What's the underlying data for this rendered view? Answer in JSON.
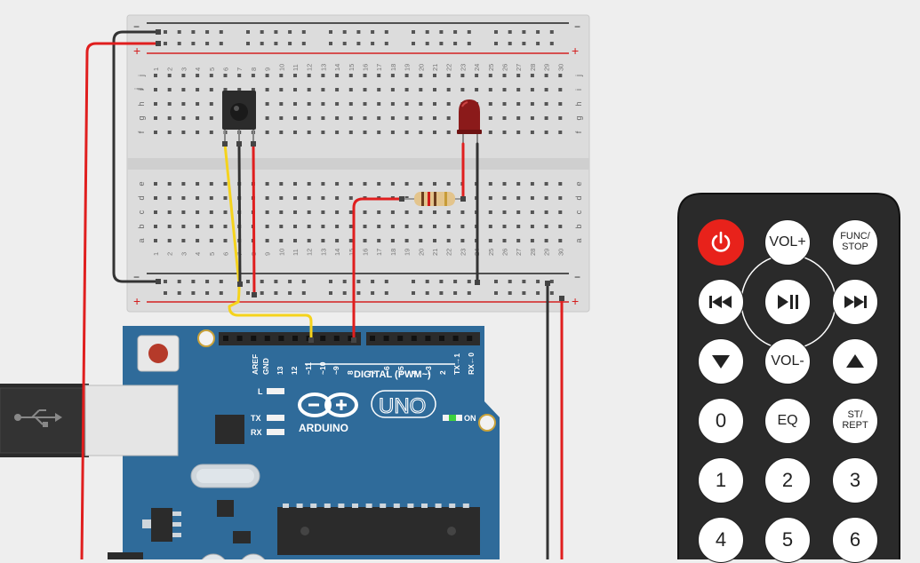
{
  "breadboard": {
    "row_letters_top": [
      "j",
      "i",
      "h",
      "g",
      "f"
    ],
    "row_letters_bottom": [
      "e",
      "d",
      "c",
      "b",
      "a"
    ],
    "rail_minus": "−",
    "rail_plus": "+"
  },
  "arduino": {
    "brand": "ARDUINO",
    "model": "UNO",
    "digital_label": "DIGITAL (PWM~)",
    "pin_labels": [
      "AREF",
      "GND",
      "13",
      "12",
      "~11",
      "~10",
      "~9",
      "8",
      "7",
      "~6",
      "~5",
      "4",
      "~3",
      "2",
      "TX→1",
      "RX←0"
    ],
    "led_l": "L",
    "led_tx": "TX",
    "led_rx": "RX",
    "led_on": "ON"
  },
  "remote": {
    "buttons": [
      {
        "id": "power",
        "label": ""
      },
      {
        "id": "vol-up",
        "label": "VOL+"
      },
      {
        "id": "func-stop",
        "label": "FUNC/\nSTOP"
      },
      {
        "id": "prev",
        "label": ""
      },
      {
        "id": "play-pause",
        "label": ""
      },
      {
        "id": "next",
        "label": ""
      },
      {
        "id": "down",
        "label": ""
      },
      {
        "id": "vol-down",
        "label": "VOL-"
      },
      {
        "id": "up",
        "label": ""
      },
      {
        "id": "zero",
        "label": "0"
      },
      {
        "id": "eq",
        "label": "EQ"
      },
      {
        "id": "st-rept",
        "label": "ST/\nREPT"
      },
      {
        "id": "one",
        "label": "1"
      },
      {
        "id": "two",
        "label": "2"
      },
      {
        "id": "three",
        "label": "3"
      },
      {
        "id": "four",
        "label": "4"
      },
      {
        "id": "five",
        "label": "5"
      },
      {
        "id": "six",
        "label": "6"
      }
    ]
  },
  "colors": {
    "board_blue": "#2f6b9a",
    "wire_red": "#e01e1e",
    "wire_black": "#333333",
    "wire_yellow": "#f5d31c",
    "power_button": "#e8221b",
    "remote_body": "#2a2a2a"
  }
}
